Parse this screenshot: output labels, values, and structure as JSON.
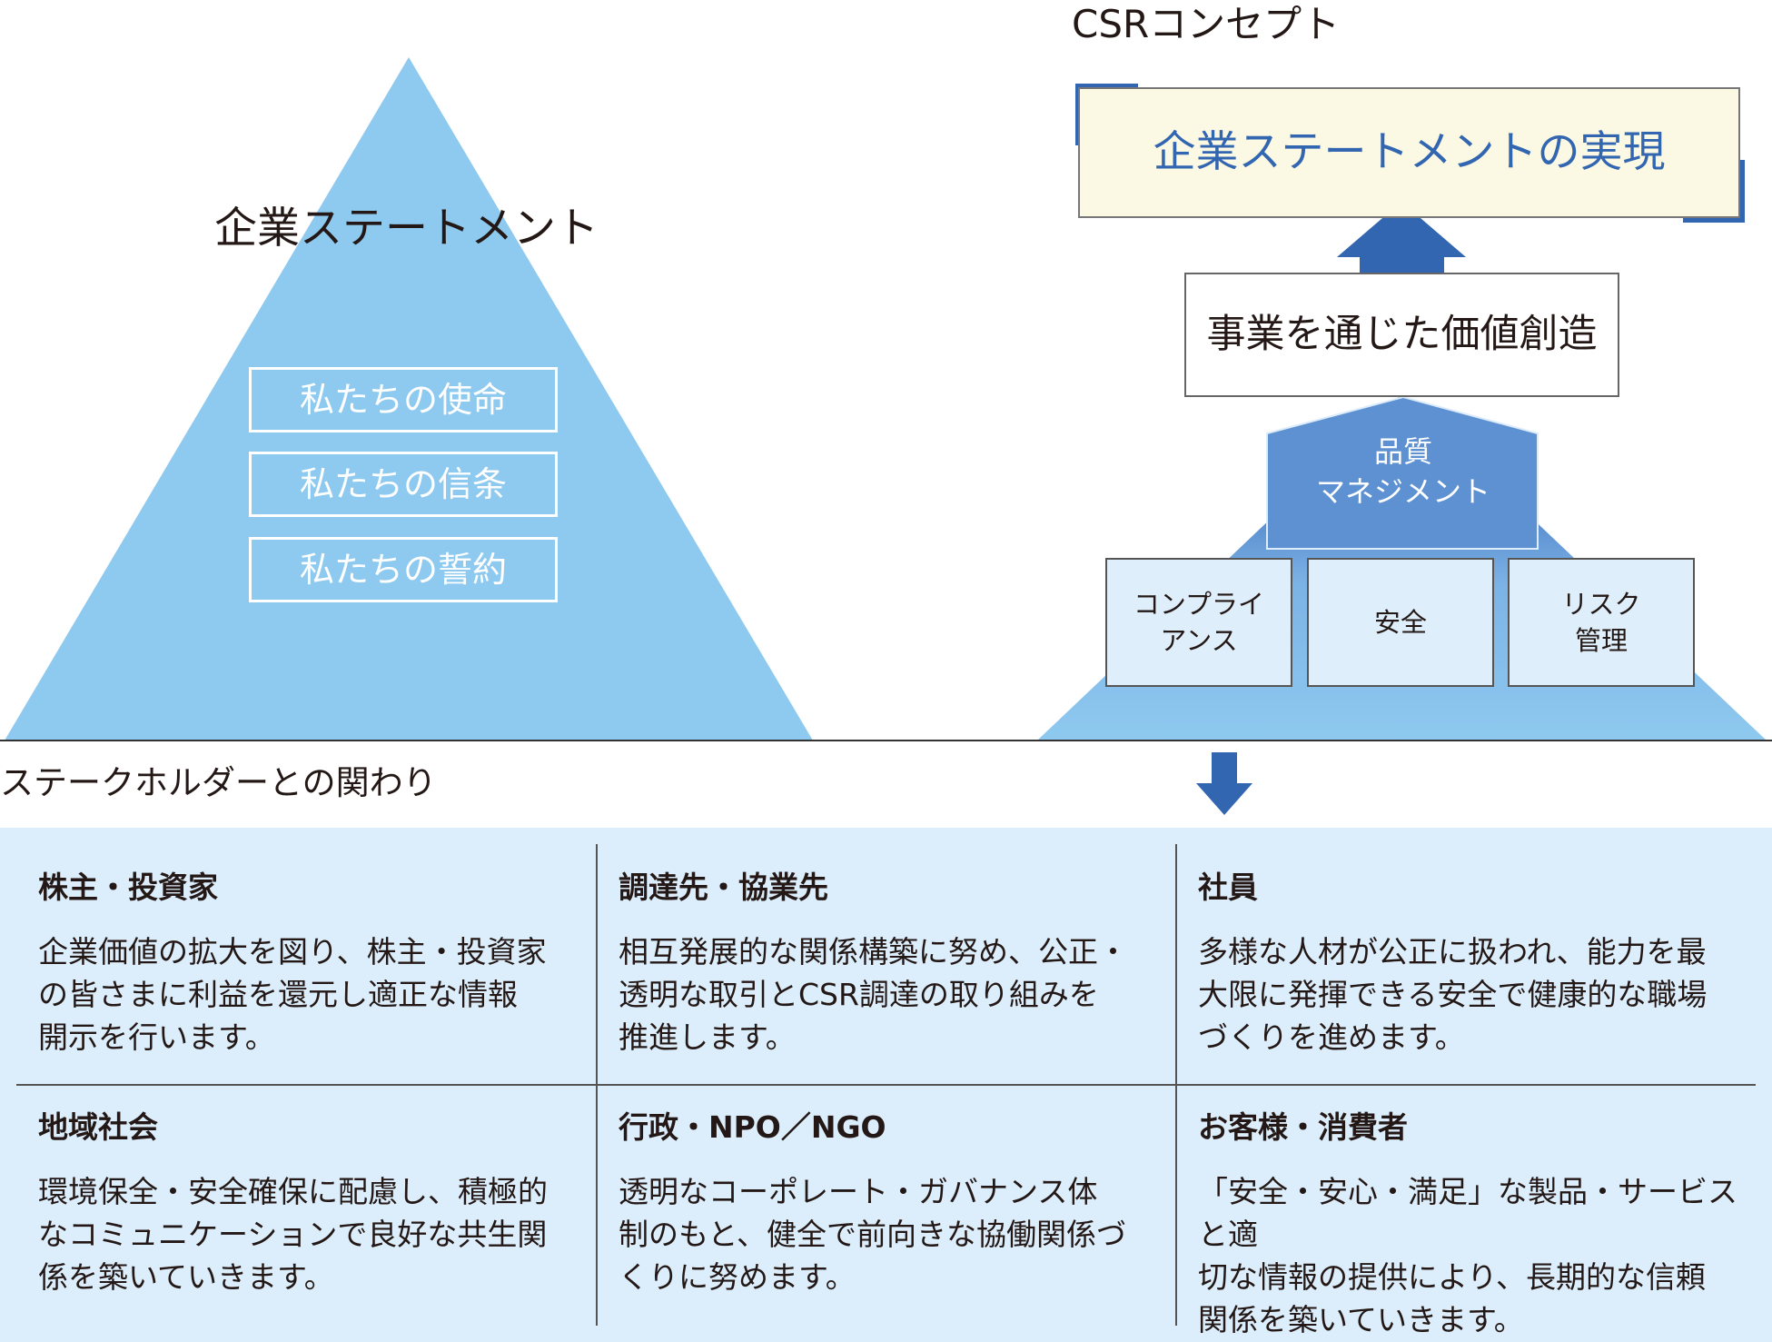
{
  "left_section": {
    "title": "企業ステートメント",
    "items": [
      "私たちの使命",
      "私たちの信条",
      "私たちの誓約"
    ]
  },
  "csr": {
    "heading": "CSRコンセプト",
    "goal": "企業ステートメントの実現",
    "value_creation": "事業を通じた価値創造",
    "quality": [
      "品質",
      "マネジメント"
    ],
    "pillars": [
      {
        "lines": [
          "コンプライ",
          "アンス"
        ]
      },
      {
        "lines": [
          "安全"
        ]
      },
      {
        "lines": [
          "リスク",
          "管理"
        ]
      }
    ]
  },
  "stakeholders": {
    "heading": "ステークホルダーとの関わり",
    "cells": [
      {
        "title": "株主・投資家",
        "lines": [
          "企業価値の拡大を図り、株主・投資家",
          "の皆さまに利益を還元し適正な情報",
          "開示を行います。"
        ]
      },
      {
        "title": "調達先・協業先",
        "lines": [
          "相互発展的な関係構築に努め、公正・",
          "透明な取引とCSR調達の取り組みを",
          "推進します。"
        ]
      },
      {
        "title": "社員",
        "lines": [
          "多様な人材が公正に扱われ、能力を最",
          "大限に発揮できる安全で健康的な職場",
          "づくりを進めます。"
        ]
      },
      {
        "title": "地域社会",
        "lines": [
          "環境保全・安全確保に配慮し、積極的",
          "なコミュニケーションで良好な共生関",
          "係を築いていきます。"
        ]
      },
      {
        "title": "行政・NPO／NGO",
        "lines": [
          "透明なコーポレート・ガバナンス体",
          "制のもと、健全で前向きな協働関係づ",
          "くりに努めます。"
        ]
      },
      {
        "title": "お客様・消費者",
        "lines": [
          "「安全・安心・満足」な製品・サービスと適",
          "切な情報の提供により、長期的な信頼",
          "関係を築いていきます。"
        ]
      }
    ]
  },
  "colors": {
    "triangle_light": "#8ec9ef",
    "triangle_mid": "#5d91d1",
    "accent_blue": "#3266b1",
    "panel_bg": "#dcedfb",
    "goal_bg": "#fbf9e3"
  }
}
